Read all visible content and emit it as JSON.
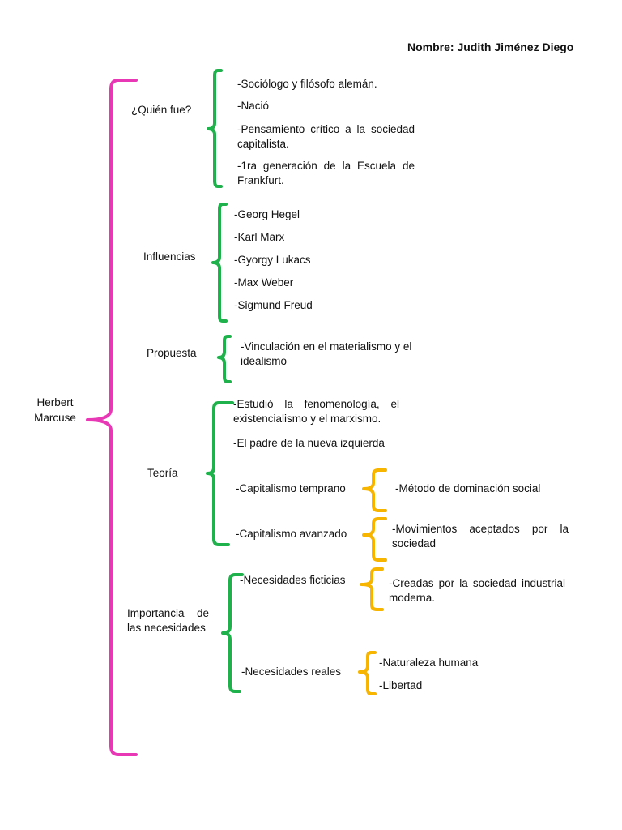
{
  "header": {
    "author": "Nombre: Judith Jiménez Diego"
  },
  "root": {
    "label": "Herbert\nMarcuse"
  },
  "colors": {
    "main": "#e838b5",
    "green": "#1fb14b",
    "orange": "#f7b500"
  },
  "branches": {
    "quien": {
      "label": "¿Quién fue?",
      "items": [
        "-Sociólogo y filósofo alemán.",
        "-Nació",
        "-Pensamiento crítico a la sociedad capitalista.",
        "-1ra generación de la Escuela de Frankfurt."
      ]
    },
    "influencias": {
      "label": "Influencias",
      "items": [
        "-Georg Hegel",
        "-Karl Marx",
        "-Gyorgy Lukacs",
        "-Max Weber",
        "-Sigmund Freud"
      ]
    },
    "propuesta": {
      "label": "Propuesta",
      "items": [
        "-Vinculación en el materialismo y el idealismo"
      ]
    },
    "teoria": {
      "label": "Teoría",
      "items": [
        "-Estudió la fenomenología, el existencialismo y el marxismo.",
        "-El padre de la nueva izquierda",
        "-Capitalismo temprano",
        "-Capitalismo avanzado"
      ],
      "sub": {
        "temprano": "-Método de dominación social",
        "avanzado": "-Movimientos aceptados por la sociedad"
      }
    },
    "necesidades": {
      "label": "Importancia de las necesidades",
      "items": [
        "-Necesidades ficticias",
        "-Necesidades reales"
      ],
      "sub": {
        "ficticias": "-Creadas por la sociedad industrial moderna.",
        "reales": [
          "-Naturaleza humana",
          "-Libertad"
        ]
      }
    }
  }
}
